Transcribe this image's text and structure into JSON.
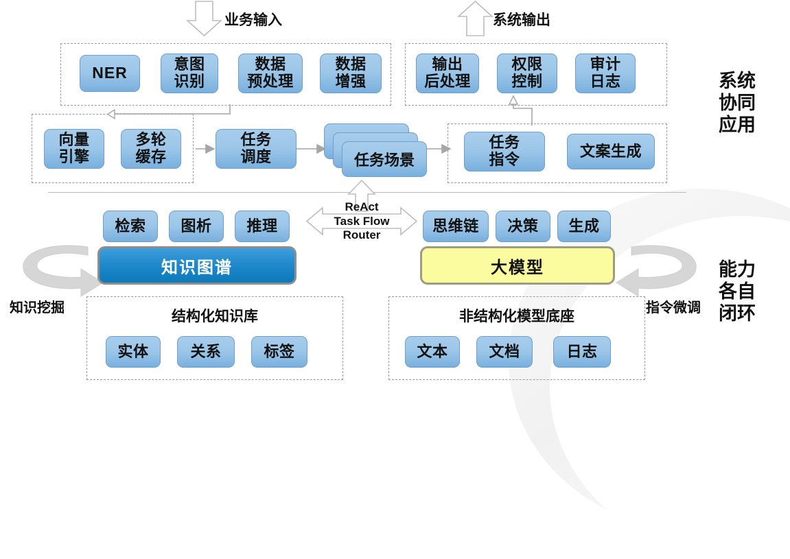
{
  "diagram": {
    "title_flow_in": "业务输入",
    "title_flow_out": "系统输出",
    "side_labels": {
      "upper": "系统\n协同\n应用",
      "upper_lines": [
        "系统",
        "协同",
        "应用"
      ],
      "lower_lines": [
        "能力",
        "各自",
        "闭环"
      ]
    },
    "router": {
      "line1": "ReAct",
      "line2": "Task Flow",
      "line3": "Router"
    },
    "loops": {
      "left_label": "知识挖掘",
      "right_label": "指令微调"
    },
    "groups": {
      "input_pipeline": {
        "nodes": [
          {
            "label": "NER",
            "lang": "en"
          },
          {
            "label": "意图\n识别",
            "lines": [
              "意图",
              "识别"
            ]
          },
          {
            "label": "数据\n预处理",
            "lines": [
              "数据",
              "预处理"
            ]
          },
          {
            "label": "数据\n增强",
            "lines": [
              "数据",
              "增强"
            ]
          }
        ]
      },
      "output_pipeline": {
        "nodes": [
          {
            "label": "输出\n后处理",
            "lines": [
              "输出",
              "后处理"
            ]
          },
          {
            "label": "权限\n控制",
            "lines": [
              "权限",
              "控制"
            ]
          },
          {
            "label": "审计\n日志",
            "lines": [
              "审计",
              "日志"
            ]
          }
        ]
      },
      "memory": {
        "nodes": [
          {
            "label": "向量\n引擎",
            "lines": [
              "向量",
              "引擎"
            ]
          },
          {
            "label": "多轮\n缓存",
            "lines": [
              "多轮",
              "缓存"
            ]
          }
        ]
      },
      "scheduler": {
        "label": "任务\n调度",
        "lines": [
          "任务",
          "调度"
        ]
      },
      "scenario": {
        "label": "任务场景",
        "stack_count": 3
      },
      "execution": {
        "nodes": [
          {
            "label": "任务\n指令",
            "lines": [
              "任务",
              "指令"
            ]
          },
          {
            "label": "文案生成",
            "lines": [
              "文案生成"
            ]
          }
        ]
      },
      "kg_capabilities": [
        {
          "label": "检索"
        },
        {
          "label": "图析"
        },
        {
          "label": "推理"
        }
      ],
      "kg_core": {
        "label": "知识图谱",
        "color": "#1b86c9",
        "text_color": "#ffffff"
      },
      "llm_capabilities": [
        {
          "label": "思维链"
        },
        {
          "label": "决策"
        },
        {
          "label": "生成"
        }
      ],
      "llm_core": {
        "label": "大模型",
        "color": "#fbfb9f",
        "text_color": "#111111"
      },
      "structured_base": {
        "title": "结构化知识库",
        "nodes": [
          {
            "label": "实体"
          },
          {
            "label": "关系"
          },
          {
            "label": "标签"
          }
        ]
      },
      "unstructured_base": {
        "title": "非结构化模型底座",
        "nodes": [
          {
            "label": "文本"
          },
          {
            "label": "文档"
          },
          {
            "label": "日志"
          }
        ]
      }
    },
    "colors": {
      "node_blue": "#9cc6e8",
      "node_border": "#6f9fc9",
      "kg_blue": "#1b86c9",
      "llm_yellow": "#fbfb9f",
      "arrow_gray": "#a6a6a6",
      "dash_gray": "#9a9a9a"
    }
  }
}
